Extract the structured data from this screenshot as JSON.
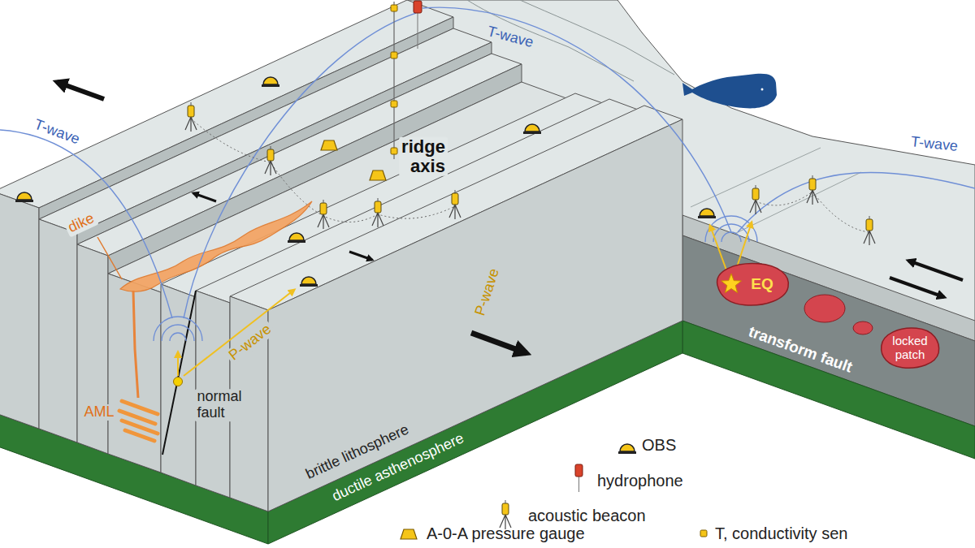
{
  "diagram": {
    "nodes": [
      {
        "text": [
          "EQ"
        ]
      },
      {
        "text": [
          "locked patch"
        ]
      }
    ],
    "labels": [
      "T-wave",
      "T-wave",
      "T-wave",
      "ridge axis",
      "dike",
      "AML",
      "normal fault",
      "P-wave",
      "P-wave",
      "brittle lithosphere",
      "ductile asthenosphere",
      "transform fault"
    ],
    "legend": [
      {
        "text": "OBS"
      },
      {
        "text": "hydrophone"
      },
      {
        "text": "acoustic beacon"
      },
      {
        "text": "A-0-A pressure gauge"
      },
      {
        "text": "T, conductivity sen"
      }
    ]
  }
}
